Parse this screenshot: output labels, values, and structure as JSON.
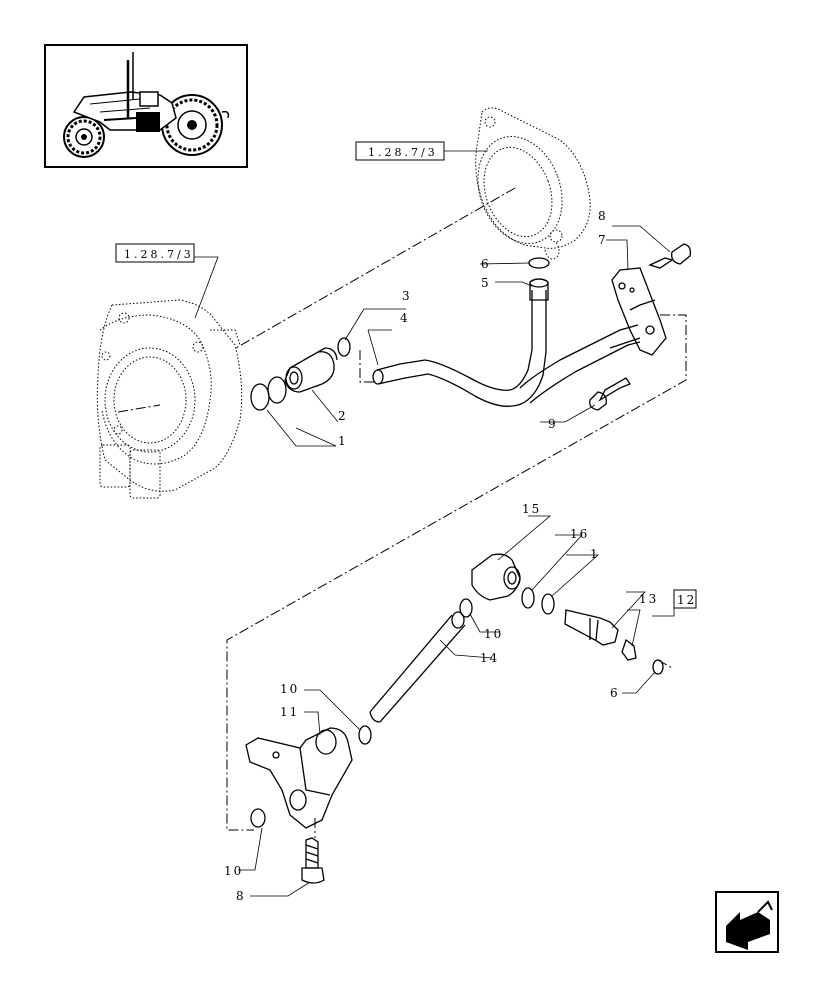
{
  "references": {
    "ref_upper": "1.28.7/3",
    "ref_left": "1.28.7/3",
    "ref_boxed_12": "12"
  },
  "callouts": {
    "c1_upper": "1",
    "c2": "2",
    "c3": "3",
    "c4": "4",
    "c5": "5",
    "c6_upper": "6",
    "c7": "7",
    "c8_upper": "8",
    "c9": "9",
    "c15": "15",
    "c16": "16",
    "c1_lower": "1",
    "c13": "13",
    "c10_right": "10",
    "c14": "14",
    "c6_lower": "6",
    "c10_left": "10",
    "c11": "11",
    "c10_bottom": "10",
    "c8_lower": "8"
  },
  "icons": {
    "thumbnail": "tractor-thumbnail-icon",
    "navigation": "previous-page-arrow-icon"
  }
}
